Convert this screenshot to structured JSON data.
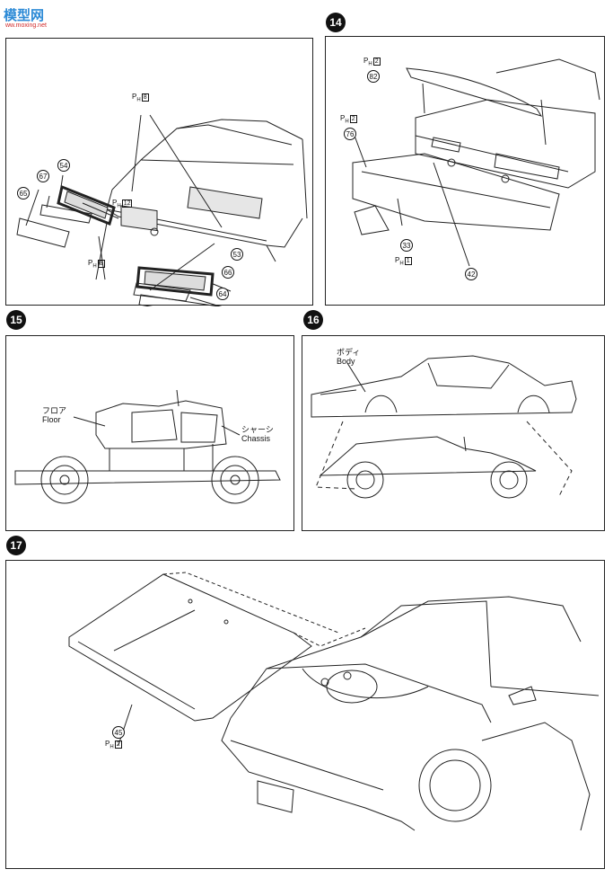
{
  "watermark": {
    "text": "模型网",
    "url": "ww.moxing.net"
  },
  "steps": [
    "14",
    "15",
    "16",
    "17"
  ],
  "panel13": {
    "parts": [
      "54",
      "67",
      "65",
      "53",
      "66",
      "64"
    ],
    "ph": [
      "8",
      "12",
      "8"
    ]
  },
  "panel14": {
    "parts": [
      "82",
      "76",
      "33",
      "42"
    ],
    "ph": [
      "2",
      "2",
      "1"
    ]
  },
  "panel15": {
    "floor_jp": "フロア",
    "floor_en": "Floor",
    "chassis_jp": "シャーシ",
    "chassis_en": "Chassis"
  },
  "panel16": {
    "body_jp": "ボディ",
    "body_en": "Body"
  },
  "panel17": {
    "part": "45",
    "ph": "2"
  },
  "ph_prefix": "P",
  "ph_sub": "H"
}
